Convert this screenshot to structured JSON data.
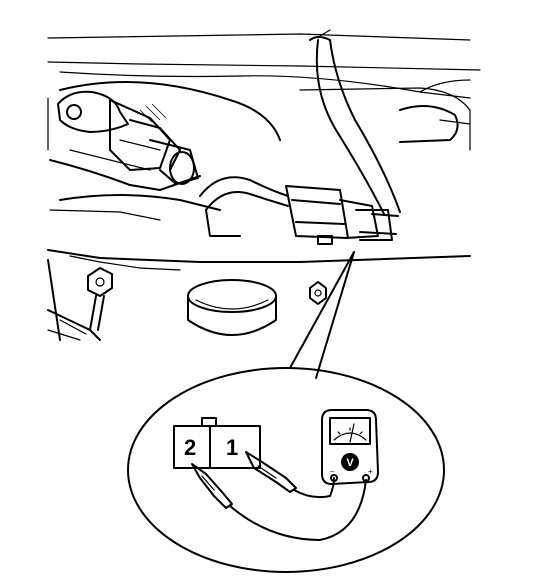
{
  "connector": {
    "pin_left": "2",
    "pin_right": "1"
  },
  "meter": {
    "unit_symbol": "V",
    "terminal_neg": "–",
    "terminal_pos": "+"
  },
  "colors": {
    "line": "#000000",
    "background": "#ffffff",
    "meter_dial_fill": "#000000"
  }
}
